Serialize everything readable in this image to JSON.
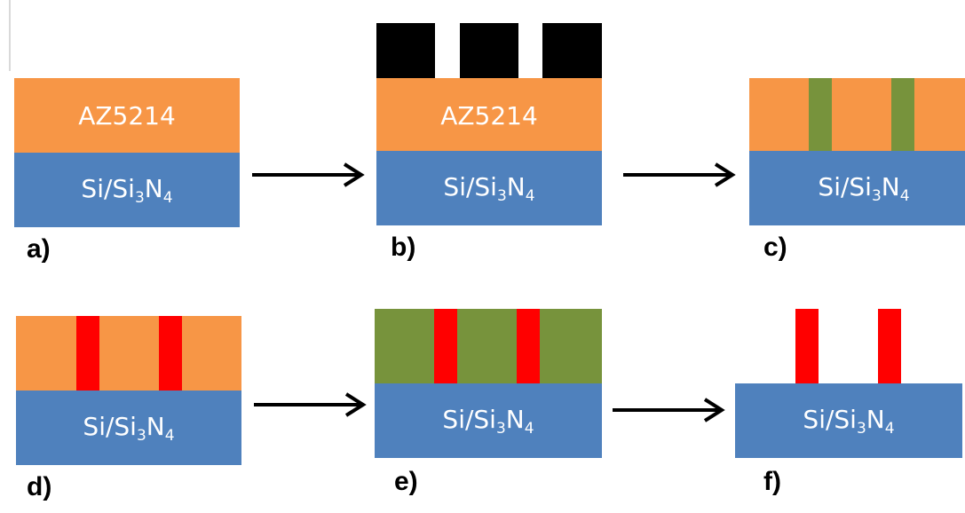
{
  "labels": {
    "resist": "AZ5214",
    "substrate": {
      "si": "Si/Si",
      "sub3": "3",
      "n": "N",
      "sub4": "4"
    }
  },
  "steps": [
    "a)",
    "b)",
    "c)",
    "d)",
    "e)",
    "f)"
  ],
  "colors": {
    "substrate": "#4f81bd",
    "resist": "#f79646",
    "mask": "#000000",
    "green_layer": "#77933c",
    "red_metal": "#ff0000",
    "arrow": "#000000"
  }
}
